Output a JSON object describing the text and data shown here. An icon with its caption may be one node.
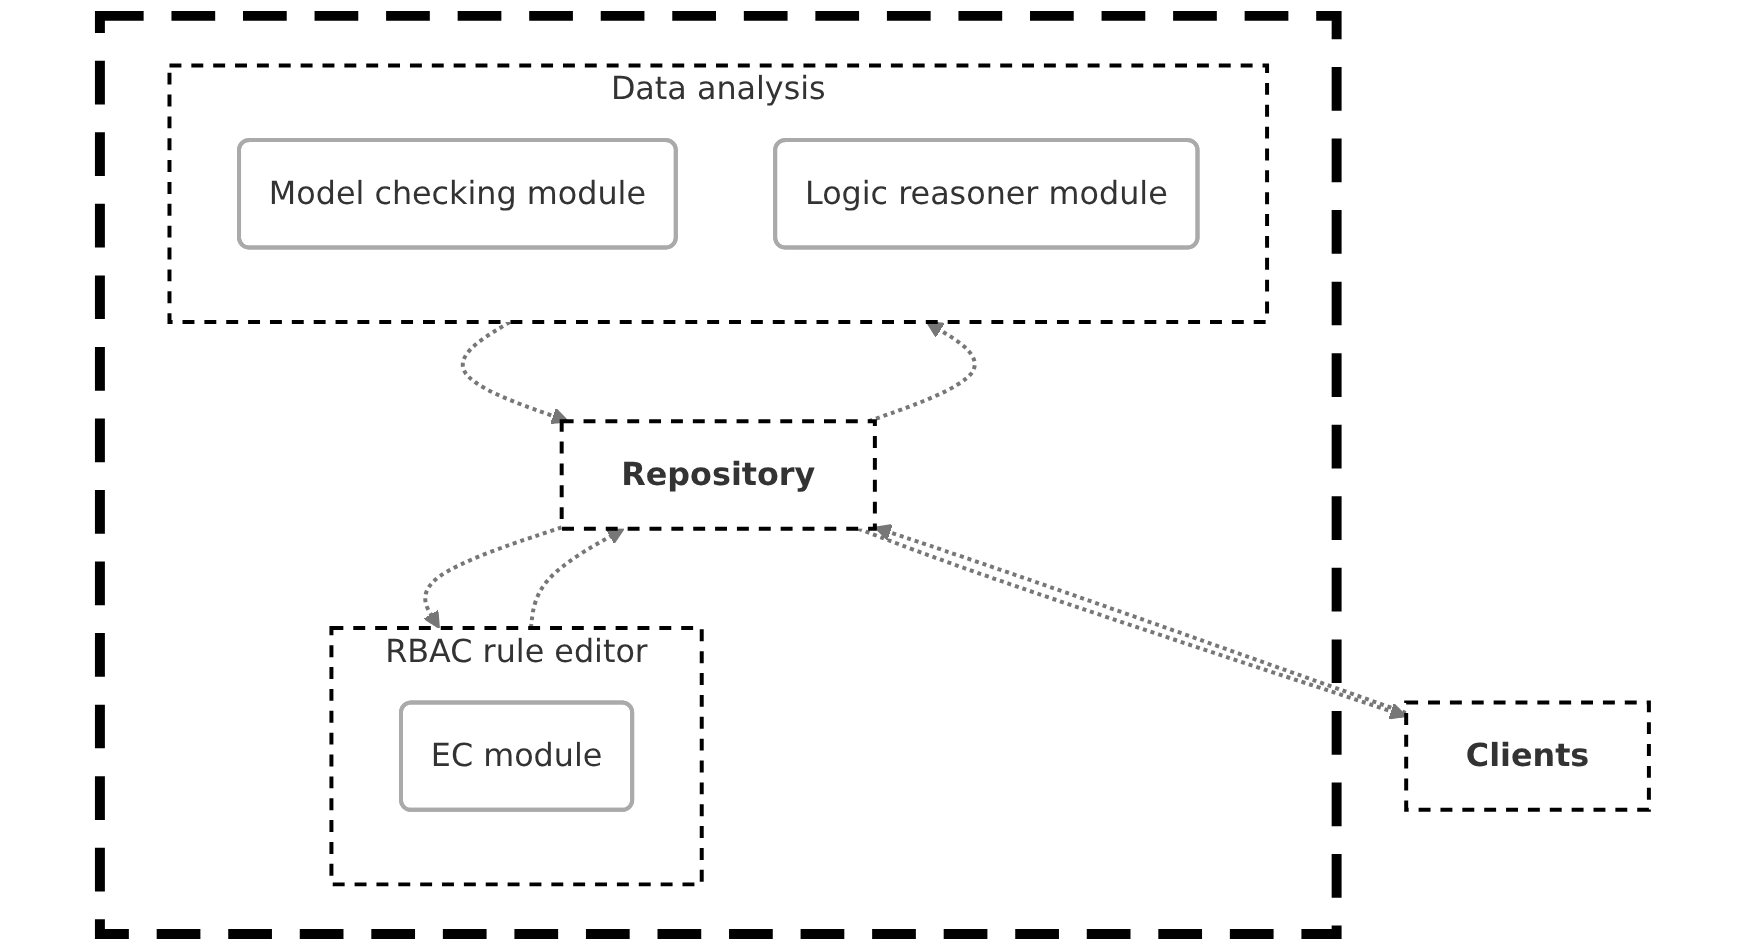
{
  "diagram": {
    "nodes": [
      {
        "text": [
          "Clients"
        ]
      },
      {
        "text": [],
        "shape": "box"
      },
      {
        "text": [
          "Repository"
        ],
        "in": 1
      },
      {
        "text": [
          "RBAC rule editor"
        ],
        "in": 1
      },
      {
        "text": [
          "EC module"
        ],
        "in": 3
      },
      {
        "text": [
          "Data analysis"
        ],
        "in": 1
      },
      {
        "text": [
          "Model checking module"
        ],
        "in": 5
      },
      {
        "text": [
          "Logic reasoner module"
        ],
        "in": 5
      }
    ],
    "edges": [
      {
        "from": 0,
        "to": 2,
        "arrow": "to",
        "style": "dashed"
      },
      {
        "from": 2,
        "to": 0,
        "arrow": "to",
        "style": "dashed"
      },
      {
        "from": 2,
        "to": 3,
        "arrow": "to",
        "style": "dashed"
      },
      {
        "from": 3,
        "to": 2,
        "arrow": "to",
        "style": "dashed"
      },
      {
        "from": 2,
        "to": 5,
        "arrow": "to",
        "style": "dashed"
      },
      {
        "from": 5,
        "to": 2,
        "arrow": "to",
        "style": "dashed"
      }
    ]
  }
}
